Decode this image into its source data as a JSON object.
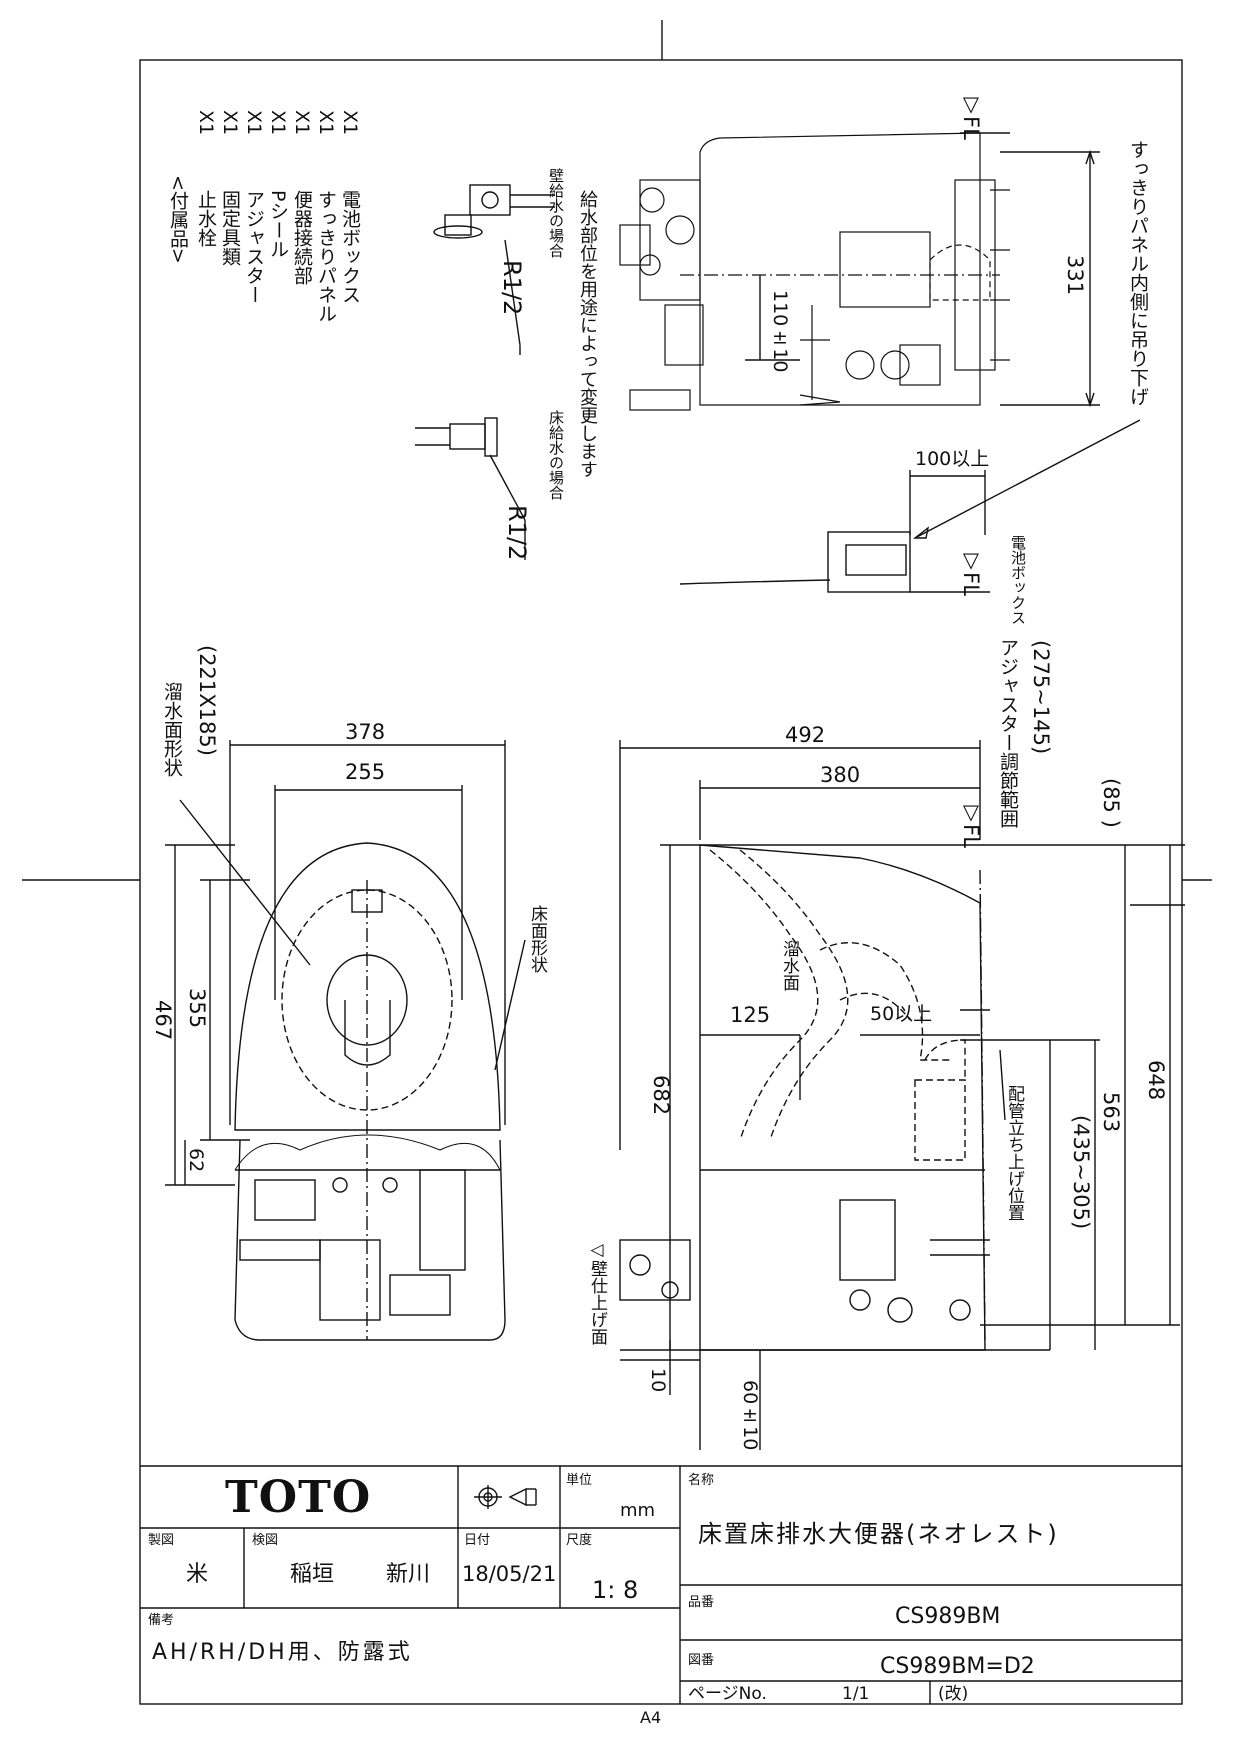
{
  "accessories": {
    "heading": "<付属品>",
    "items": [
      {
        "name": "止水栓",
        "qty": "X1"
      },
      {
        "name": "固定具類",
        "qty": "X1"
      },
      {
        "name": "アジャスター",
        "qty": "X1"
      },
      {
        "name": "Pシール",
        "qty": "X1"
      },
      {
        "name": "便器接続部",
        "qty": "X1"
      },
      {
        "name": "すっきりパネル",
        "qty": "X1"
      },
      {
        "name": "電池ボックス",
        "qty": "X1"
      }
    ]
  },
  "labels": {
    "r12_top": "R1/2",
    "r12_bottom": "R1/2",
    "wall_supply": "壁給水の場合",
    "supply_note": "給水部位を用途によって変更します",
    "floor_supply": "床給水の場合",
    "fl_top": "▽FL",
    "fl_battery": "▽FL",
    "fl_side": "▽FL",
    "panel_note": "すっきりパネル内側に吊り下げ",
    "battery_box": "電池ボックス",
    "water_surface_shape": "溜水面形状",
    "water_surface_size": "(221X185)",
    "floor_shape": "床面形状",
    "adjuster_range": "アジャスター調節範囲",
    "adjuster_values": "(275~145)",
    "water_surface": "溜水面",
    "pipe_position": "配管立ち上げ位置",
    "wall_finish": "◁壁仕上げ面"
  },
  "dimensions": {
    "d331": "331",
    "d110": "110±10",
    "d100": "100以上",
    "d378": "378",
    "d255": "255",
    "d467": "467",
    "d355": "355",
    "d62": "62",
    "d492": "492",
    "d380": "380",
    "d85": "(85 )",
    "d125": "125",
    "d50": "50以上",
    "d682": "682",
    "d563": "563",
    "d648": "648",
    "d435": "(435~305)",
    "d10": "10",
    "d60": "60±10"
  },
  "title_block": {
    "brand": "TOTO",
    "unit_label": "単位",
    "unit_value": "mm",
    "name_label": "名称",
    "name_value": "床置床排水大便器(ネオレスト)",
    "drawn_label": "製図",
    "drawn_value": "米",
    "checked_label": "検図",
    "checked_value1": "稲垣",
    "checked_value2": "新川",
    "date_label": "日付",
    "date_value": "18/05/21",
    "scale_label": "尺度",
    "scale_value": "1: 8",
    "part_label": "品番",
    "part_value": "CS989BM",
    "remarks_label": "備考",
    "remarks_value": "AH/RH/DH用、防露式",
    "drawing_label": "図番",
    "drawing_value": "CS989BM=D2",
    "paper_size": "A4",
    "page_label": "ページNo.",
    "page_value": "1/1",
    "revision_label": "(改)"
  }
}
